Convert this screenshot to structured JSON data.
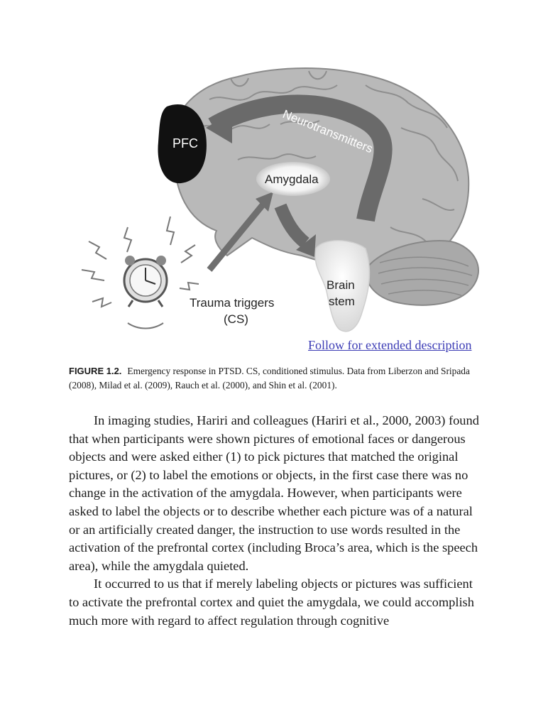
{
  "figure": {
    "labels": {
      "pfc": "PFC",
      "neurotransmitters": "Neurotransmitters",
      "amygdala": "Amygdala",
      "trauma_triggers_line1": "Trauma triggers",
      "trauma_triggers_line2": "(CS)",
      "brain_stem_line1": "Brain",
      "brain_stem_line2": "stem"
    },
    "extended_link": "Follow for extended description"
  },
  "caption": {
    "figure_number": "FIGURE 1.2.",
    "text": "Emergency response in PTSD. CS, conditioned stimulus. Data from Liberzon and Sripada (2008), Milad et al. (2009), Rauch et al. (2000), and Shin et al. (2001)."
  },
  "body": {
    "paragraphs": [
      "In imaging studies, Hariri and colleagues (Hariri et al., 2000, 2003) found that when participants were shown pictures of emotional faces or dangerous objects and were asked either (1) to pick pictures that matched the original pictures, or (2) to label the emotions or objects, in the first case there was no change in the activation of the amygdala. However, when participants were asked to label the objects or to describe whether each picture was of a natural or an artificially created danger, the instruction to use words resulted in the activation of the prefrontal cortex (including Broca’s area, which is the speech area), while the amygdala quieted.",
      "It occurred to us that if merely labeling objects or pictures was sufficient to activate the prefrontal cortex and quiet the amygdala, we could accomplish much more with regard to affect regulation through cognitive"
    ]
  }
}
